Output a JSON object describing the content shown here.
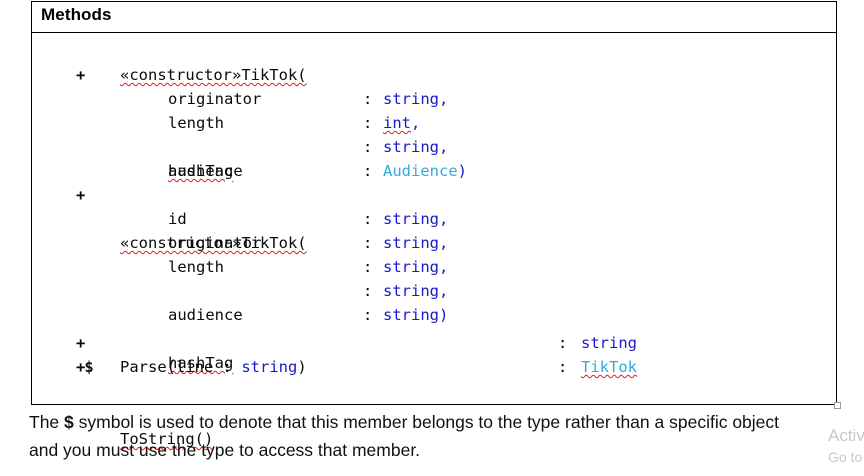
{
  "shape": {
    "header": {
      "title": "Methods"
    },
    "selection_handle": "resize-handle"
  },
  "members": [
    {
      "visibility": "+",
      "signature": "«constructor»TikTok(",
      "parameters": [
        {
          "name": "originator",
          "colon": ":",
          "type": "string",
          "punct": ","
        },
        {
          "name": "length",
          "colon": ":",
          "type": "int",
          "punct": ","
        },
        {
          "name": "hashTag",
          "colon": ":",
          "type": "string",
          "punct": ","
        },
        {
          "name": "audience",
          "colon": ":",
          "type": "Audience",
          "punct": ")"
        }
      ]
    },
    {
      "visibility": "+",
      "signature": "«constructor»TikTok(",
      "parameters": [
        {
          "name": "id",
          "colon": ":",
          "type": "string",
          "punct": ","
        },
        {
          "name": "originator",
          "colon": ":",
          "type": "string",
          "punct": ","
        },
        {
          "name": "length",
          "colon": ":",
          "type": "string",
          "punct": ","
        },
        {
          "name": "hashTag",
          "colon": ":",
          "type": "string",
          "punct": ","
        },
        {
          "name": "audience",
          "colon": ":",
          "type": "string",
          "punct": ")"
        }
      ]
    },
    {
      "visibility": "+",
      "signature": "ToString()",
      "return_colon": ":",
      "return_type": "string"
    },
    {
      "visibility": "+$",
      "signature_pre": "Parse(line : ",
      "signature_type": "string",
      "signature_post": ")",
      "return_colon": ":",
      "return_type": "TikTok"
    }
  ],
  "caption": {
    "line1_pre": "The ",
    "line1_symbol": "$",
    "line1_post": " symbol is used to denote that this member belongs to the type rather than a specific object",
    "line2": "and you must use the type to access that member."
  },
  "watermark": {
    "title": "Activate Windows",
    "subtitle": "Go to Settings to activate Windows."
  },
  "colors": {
    "primitive_type": "#1919CC",
    "class_type": "#35A8DD",
    "border": "#000000",
    "spellcheck": "#E01B1B",
    "watermark": "#C9C9C9"
  }
}
